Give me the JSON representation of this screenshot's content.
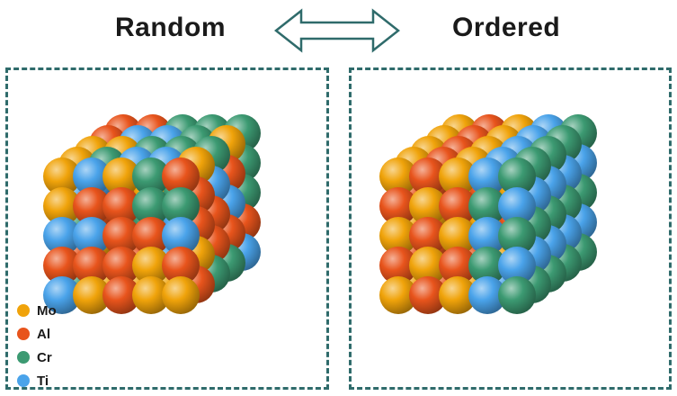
{
  "titles": {
    "left": "Random",
    "right": "Ordered"
  },
  "legend": [
    {
      "label": "Mo",
      "color": "#f0a30a"
    },
    {
      "label": "Al",
      "color": "#e8541c"
    },
    {
      "label": "Cr",
      "color": "#3c9a72"
    },
    {
      "label": "Ti",
      "color": "#4aa3ea"
    }
  ],
  "colors": {
    "frame": "#2f6b6b",
    "arrow": "#2f6b6b"
  }
}
